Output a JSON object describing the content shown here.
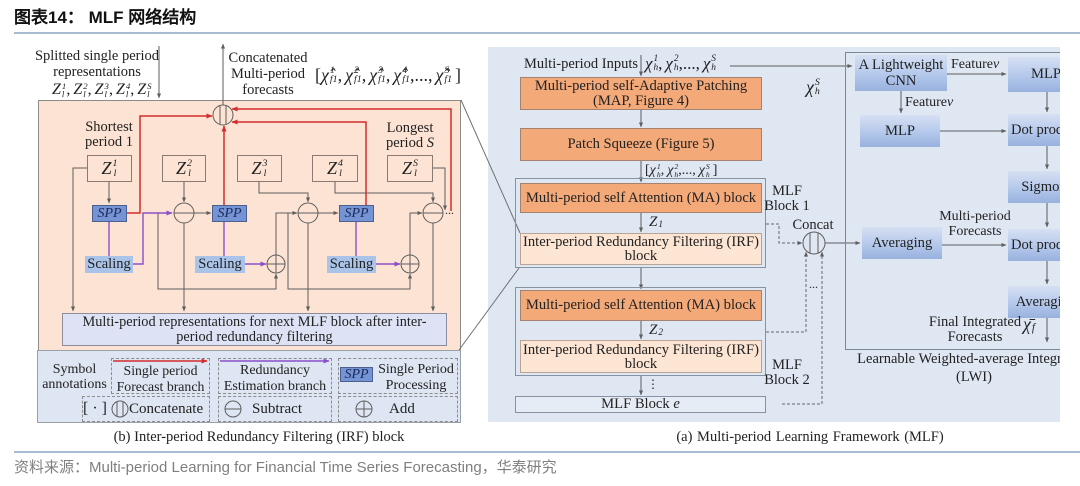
{
  "header": {
    "title": "图表14： MLF 网络结构"
  },
  "colors": {
    "forecast-branch": "#d42d2d",
    "redundancy-branch": "#8c4fc9",
    "spp-block": "#7594d6",
    "scaling-block": "#a9c3e9",
    "irf-panel": "#fce3d3",
    "attention-block": "#f4a979",
    "framework-bg": "#dfe7f3",
    "irf-block": "#fde5d4",
    "legend-bg": "#dde6f2",
    "output-box": "#dde3f5",
    "rule": "#a9bdd2"
  },
  "panel_b": {
    "input_label": [
      "Splitted single period",
      "representations"
    ],
    "input_symbols": [
      {
        "base": "Z",
        "sup": "1",
        "sub": "l",
        "sep": ","
      },
      {
        "base": "Z",
        "sup": "2",
        "sub": "l",
        "sep": ","
      },
      {
        "base": "Z",
        "sup": "3",
        "sub": "l",
        "sep": ","
      },
      {
        "base": "Z",
        "sup": "4",
        "sub": "l",
        "sep": ","
      },
      {
        "base": "Z",
        "sup": "S",
        "sub": "l",
        "sep": ""
      }
    ],
    "output_label": [
      "Concatenated",
      "Multi-period",
      "forecasts"
    ],
    "output_symbols": {
      "open": "[",
      "close": "]",
      "items": [
        {
          "base": "χ̂",
          "sup": "1",
          "sub": "f1",
          "sep": ","
        },
        {
          "base": "χ̂",
          "sup": "2",
          "sub": "f1",
          "sep": ","
        },
        {
          "base": "χ̂",
          "sup": "3",
          "sub": "f1",
          "sep": ","
        },
        {
          "base": "χ̂",
          "sup": "4",
          "sub": "f1",
          "sep": ",...,"
        },
        {
          "base": "χ̂",
          "sup": "S",
          "sub": "f1",
          "sep": ""
        }
      ]
    },
    "shortest_label": [
      "Shortest",
      "period 1"
    ],
    "longest_label": {
      "line1": "Longest",
      "line2": "period",
      "var": "S"
    },
    "z_boxes": [
      {
        "base": "Z",
        "sup": "1",
        "sub": "l"
      },
      {
        "base": "Z",
        "sup": "2",
        "sub": "l"
      },
      {
        "base": "Z",
        "sup": "3",
        "sub": "l"
      },
      {
        "base": "Z",
        "sup": "4",
        "sub": "l"
      },
      {
        "base": "Z",
        "sup": "S",
        "sub": "l"
      }
    ],
    "spp_label": "SPP",
    "scaling_label": "Scaling",
    "ellipsis": "...",
    "output_box": [
      "Multi-period representations for next MLF block after inter-",
      "period redundancy filtering"
    ],
    "legend": {
      "title": [
        "Symbol",
        "annotations"
      ],
      "forecast_branch": [
        "Single period",
        "Forecast branch"
      ],
      "redundancy_branch": [
        "Redundancy",
        "Estimation branch"
      ],
      "spp": {
        "badge": "SPP",
        "label": [
          "Single Period",
          "Processing"
        ]
      },
      "concatenate": {
        "bracket": "[ · ]",
        "label": "Concatenate"
      },
      "subtract": {
        "label": "Subtract"
      },
      "add": {
        "label": "Add"
      }
    },
    "caption": "(b) Inter-period Redundancy Filtering (IRF) block"
  },
  "panel_a": {
    "inputs_label": "Multi-period Inputs",
    "input_symbols": [
      {
        "base": "χ",
        "sup": "1",
        "sub": "h",
        "sep": ","
      },
      {
        "base": "χ",
        "sup": "2",
        "sub": "h",
        "sep": ",...,"
      },
      {
        "base": "χ",
        "sup": "S",
        "sub": "h",
        "sep": ""
      }
    ],
    "longest_input": {
      "base": "χ",
      "sup": "S",
      "sub": "h"
    },
    "map_block": [
      "Multi-period self-Adaptive Patching",
      "(MAP, Figure 4)"
    ],
    "patch_squeeze": "Patch Squeeze (Figure 5)",
    "squeezed": {
      "open": "[",
      "close": "]",
      "items": [
        {
          "base": "χ",
          "sup": "1",
          "sub": "h",
          "sep": ","
        },
        {
          "base": "χ",
          "sup": "2",
          "sub": "h",
          "sep": ",...,"
        },
        {
          "base": "χ",
          "sup": "S",
          "sub": "h",
          "sep": ""
        }
      ]
    },
    "mlf_blocks": [
      {
        "label": [
          "MLF",
          "Block 1"
        ],
        "ma": "Multi-period self Attention (MA) block",
        "z": {
          "base": "Z",
          "sub": "1"
        },
        "irf": [
          "Inter-period Redundancy Filtering (IRF)",
          "block"
        ]
      },
      {
        "label": [
          "MLF",
          "Block 2"
        ],
        "ma": "Multi-period self Attention (MA) block",
        "z": {
          "base": "Z",
          "sub": "2"
        },
        "irf": [
          "Inter-period Redundancy Filtering (IRF)",
          "block"
        ]
      }
    ],
    "vdots": "⋮",
    "last_block": {
      "text": "MLF Block",
      "var": "e"
    },
    "concat_label": "Concat",
    "dots": "...",
    "lwi": {
      "cnn": [
        "A Lightweight",
        "CNN"
      ],
      "feature_label": {
        "text": "Feature",
        "var": "ν"
      },
      "mlp_top": "MLP",
      "mlp": "MLP",
      "dot_product_1": "Dot product",
      "sigmoid": "Sigmoid",
      "averaging_in": "Averaging",
      "forecasts_label": [
        "Multi-period",
        "Forecasts"
      ],
      "dot_product_2": "Dot product",
      "averaging_out": "Averaging",
      "final_label": [
        "Final Integrated",
        "Forecasts"
      ],
      "final_symbol": {
        "base": "χ̄",
        "sub": "f"
      },
      "title": [
        "Learnable Weighted-average Integration",
        "(LWI)"
      ]
    },
    "caption": "(a) Multi-period Learning Framework (MLF)"
  },
  "footer": {
    "source": "资料来源：Multi-period Learning for Financial Time Series Forecasting，华泰研究"
  }
}
